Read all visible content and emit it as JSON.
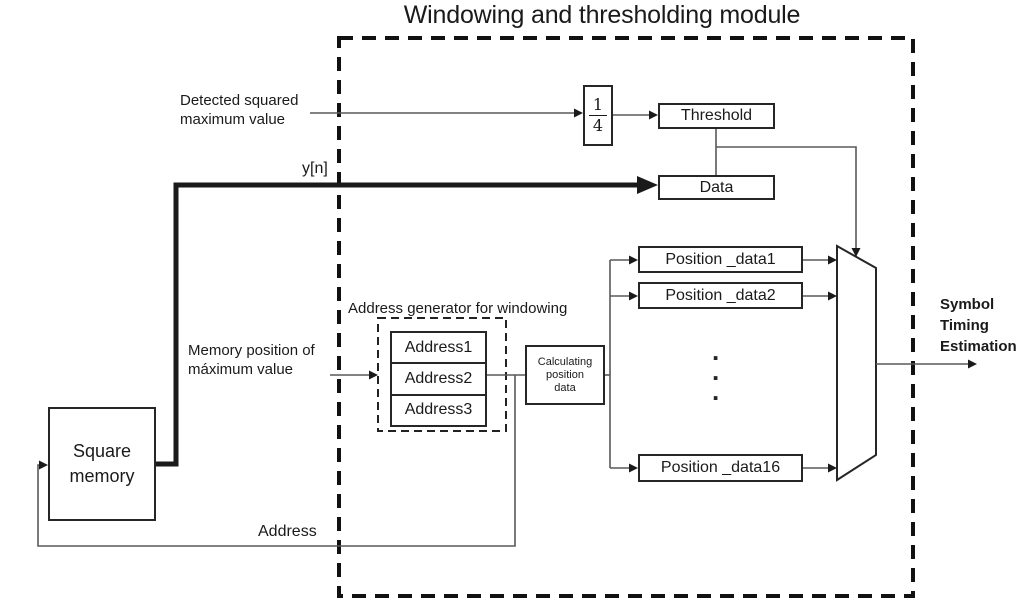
{
  "title": "Windowing and thresholding module",
  "colors": {
    "background": "#ffffff",
    "thin_line": "#595959",
    "thick_line": "#1a1a1a",
    "box_border": "#262626",
    "text": "#1a1a1a"
  },
  "inputs": {
    "detected_max": {
      "line1": "Detected squared",
      "line2": "maximum value"
    },
    "signal": "y[n]",
    "memory_position": {
      "line1": "Memory position of",
      "line2": "máximum value"
    }
  },
  "blocks": {
    "gain": {
      "numerator": "1",
      "denominator": "4"
    },
    "threshold": "Threshold",
    "data": "Data",
    "position_data": [
      "Position _data1",
      "Position _data2",
      "Position _data16"
    ],
    "address_generator": {
      "label": "Address generator for windowing",
      "addresses": [
        "Address1",
        "Address2",
        "Address3"
      ]
    },
    "calculating": {
      "line1": "Calculating",
      "line2": "position",
      "line3": "data"
    },
    "square_memory": {
      "line1": "Square",
      "line2": "memory"
    }
  },
  "feedback": {
    "address_label": "Address"
  },
  "output": {
    "line1": "Symbol",
    "line2": "Timing",
    "line3": "Estimation"
  },
  "ellipsis": [
    ".",
    ".",
    "."
  ]
}
